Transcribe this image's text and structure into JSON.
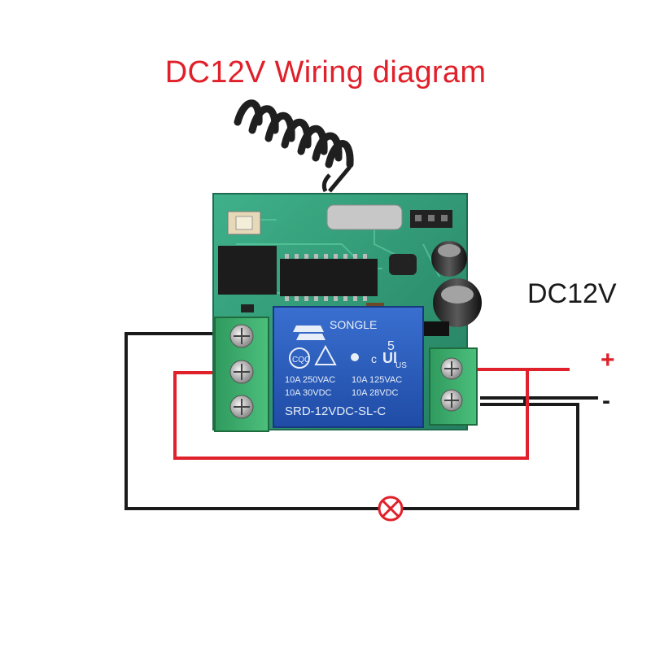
{
  "title": "DC12V Wiring diagram",
  "supply": {
    "voltage_label": "DC12V",
    "positive_label": "+",
    "negative_label": "-"
  },
  "relay": {
    "brand": "SONGLE",
    "number": "5",
    "cert_left": "CQC",
    "cert_right": "c",
    "cert_us": "US",
    "rating_left_1": "10A 250VAC",
    "rating_left_2": "10A 30VDC",
    "rating_right_1": "10A 125VAC",
    "rating_right_2": "10A 28VDC",
    "model": "SRD-12VDC-SL-C"
  },
  "colors": {
    "title": "#e0202a",
    "positive_wire": "#e0202a",
    "negative_wire": "#1a1a1a",
    "pcb": "#2f9e78",
    "relay": "#2457b8",
    "terminal": "#3aa86b"
  },
  "components": {
    "antenna_icon": "coil-antenna-icon",
    "lamp_icon": "lamp-icon"
  }
}
